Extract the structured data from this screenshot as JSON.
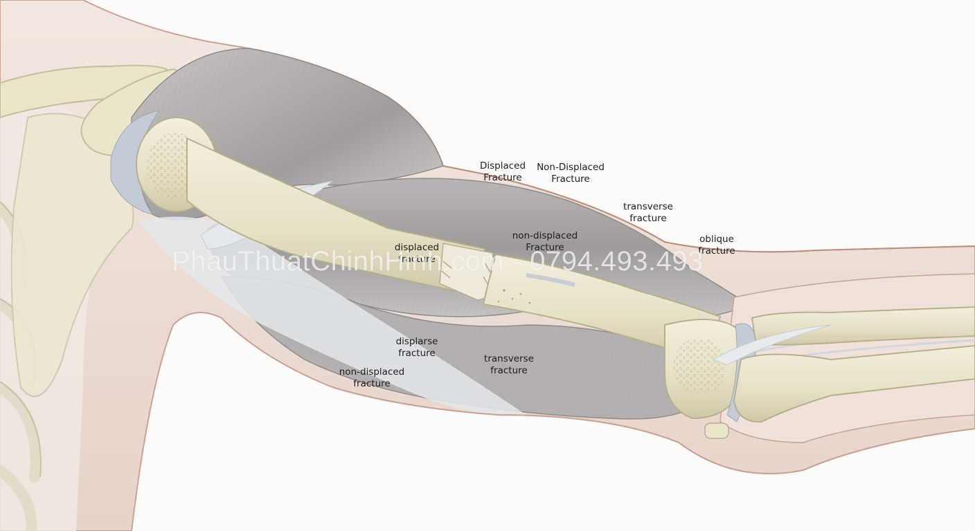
{
  "labels": {
    "displaced_fracture_top": {
      "line1": "Displaced",
      "line2": "Fracture"
    },
    "non_displaced_fracture_top": {
      "line1": "Non-Displaced",
      "line2": "Fracture"
    },
    "transverse_fracture_upper": {
      "line1": "transverse",
      "line2": "fracture"
    },
    "oblique_fracture": {
      "line1": "oblique",
      "line2": "fracture"
    },
    "non_displaced_fracture_mid": {
      "line1": "non-displaced",
      "line2": "Fracture"
    },
    "displaced_fracture_mid": {
      "line1": "displaced",
      "line2": "fracture"
    },
    "displarse_fracture": {
      "line1": "displarse",
      "line2": "fracture"
    },
    "transverse_fracture_lower": {
      "line1": "transverse",
      "line2": "fracture"
    },
    "non_displaced_fracture_lower": {
      "line1": "non-displaced",
      "line2": "fracture"
    }
  },
  "watermark": "PhauThuatChinhHinh.com - 0794.493.493",
  "colors": {
    "background": "#fdfcfb",
    "skin": "#ecdcd4",
    "skin_outline": "#c9a295",
    "muscle": "#a7a4a4",
    "muscle_light": "#cfcdcd",
    "tendon": "#e3e6ea",
    "bone": "#ebe6d0",
    "bone_shadow": "#cdc6a8",
    "cartilage": "#c3ccd6"
  }
}
